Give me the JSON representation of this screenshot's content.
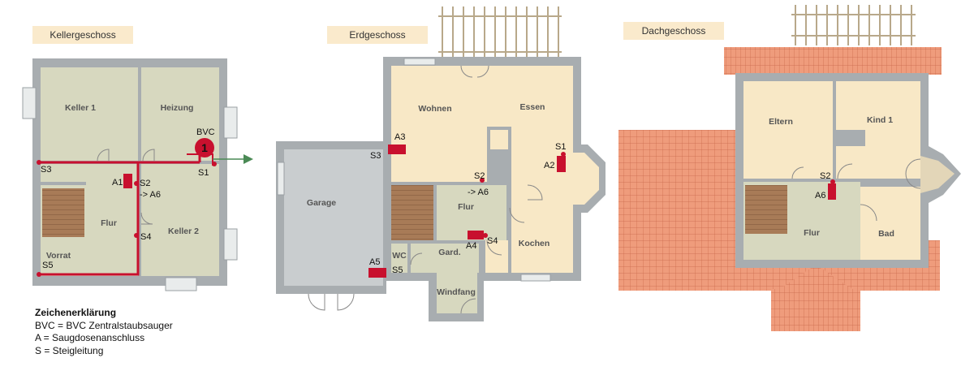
{
  "floors": {
    "basement": "Kellergeschoss",
    "ground": "Erdgeschoss",
    "attic": "Dachgeschoss"
  },
  "basement_rooms": {
    "keller1": "Keller 1",
    "heizung": "Heizung",
    "flur": "Flur",
    "keller2": "Keller 2",
    "vorrat": "Vorrat"
  },
  "basement_marks": {
    "bvc": "BVC",
    "bvc_num": "1",
    "s3": "S3",
    "s1": "S1",
    "a1": "A1",
    "s2": "S2",
    "a6": "-> A6",
    "s4": "S4",
    "s5": "S5"
  },
  "ground_rooms": {
    "wohnen": "Wohnen",
    "essen": "Essen",
    "garage": "Garage",
    "flur": "Flur",
    "kochen": "Kochen",
    "wc": "WC",
    "gard": "Gard.",
    "windfang": "Windfang"
  },
  "ground_marks": {
    "a3": "A3",
    "s3": "S3",
    "s1": "S1",
    "a2": "A2",
    "s2": "S2",
    "a6": "-> A6",
    "a4": "A4",
    "s4": "S4",
    "a5": "A5",
    "s5": "S5"
  },
  "attic_rooms": {
    "eltern": "Eltern",
    "kind1": "Kind 1",
    "flur": "Flur",
    "bad": "Bad"
  },
  "attic_marks": {
    "s2": "S2",
    "a6": "A6"
  },
  "legend": {
    "title": "Zeichenerklärung",
    "bvc": "BVC = BVC Zentralstaubsauger",
    "a": "A = Saugdosenanschluss",
    "s": "S = Steigleitung"
  },
  "colors": {
    "wall": "#a8adb0",
    "room_beige": "#f8e8c6",
    "room_sage": "#d7d8bf",
    "garage": "#c9cdcf",
    "roof": "#ee9a7a",
    "pipe": "#c8102e",
    "stair": "#a0734f"
  }
}
